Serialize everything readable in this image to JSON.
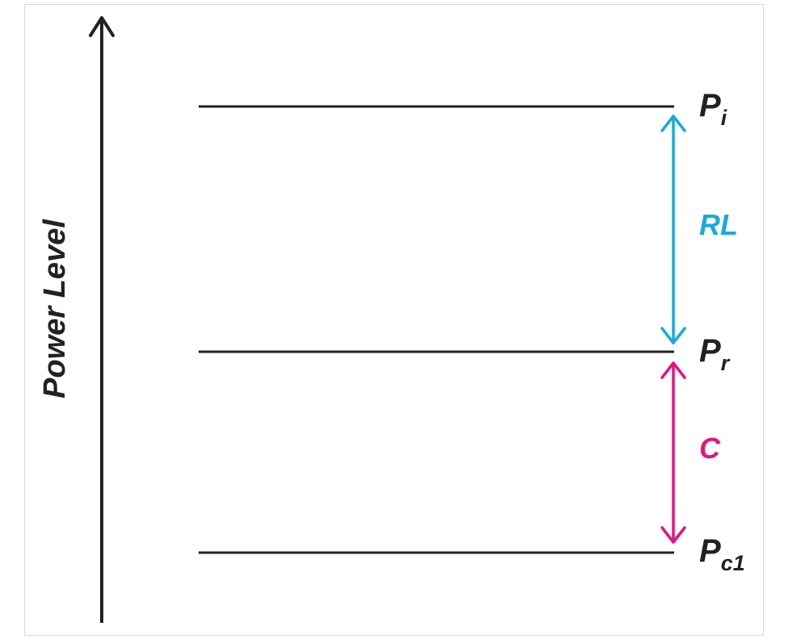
{
  "axis": {
    "title": "Power Level"
  },
  "levels": [
    {
      "id": "incident",
      "symbol": "P",
      "subscript": "i"
    },
    {
      "id": "reflected",
      "symbol": "P",
      "subscript": "r"
    },
    {
      "id": "coupled",
      "symbol": "P",
      "subscript": "c1"
    }
  ],
  "differences": [
    {
      "id": "return-loss",
      "label": "RL",
      "color": "#1aa9e0"
    },
    {
      "id": "coupling",
      "label": "C",
      "color": "#e4157c"
    }
  ],
  "colors": {
    "line": "#222222",
    "text": "#222222"
  }
}
